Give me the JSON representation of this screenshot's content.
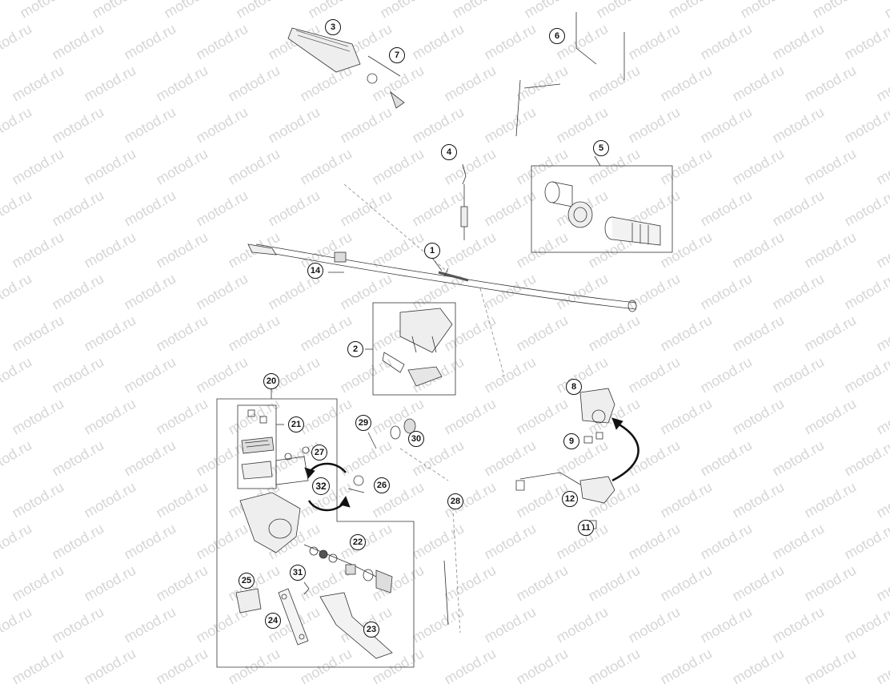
{
  "watermark": "motod.ru",
  "callouts": [
    "1",
    "2",
    "3",
    "4",
    "5",
    "6",
    "7",
    "8",
    "9",
    "11",
    "12",
    "14",
    "20",
    "21",
    "22",
    "23",
    "24",
    "25",
    "26",
    "27",
    "28",
    "29",
    "30",
    "31",
    "32"
  ],
  "colors": {
    "line": "#222222",
    "box": "#444444",
    "watermark": "#d6d6d6"
  }
}
